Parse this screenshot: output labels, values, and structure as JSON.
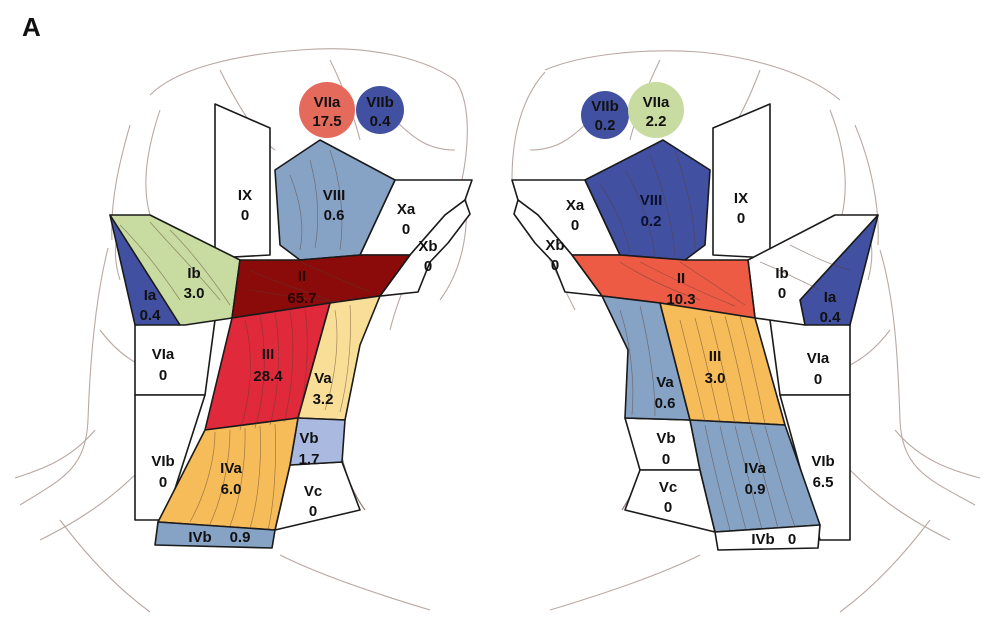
{
  "panel_label": "A",
  "colors": {
    "dark_red": "#8b0a0a",
    "red": "#e0293b",
    "orange_red": "#ee5b45",
    "salmon": "#e46a5c",
    "yellow": "#f9de98",
    "orange": "#f6bc5a",
    "light_green": "#c8dba0",
    "blue": "#4150a0",
    "steel_blue": "#86a3c6",
    "light_blue": "#aab9e0",
    "white": "#ffffff",
    "outline": "#1a1a1a"
  },
  "left": {
    "VIIa": {
      "label": "VIIa",
      "value": "17.5"
    },
    "VIIb": {
      "label": "VIIb",
      "value": "0.4"
    },
    "IX": {
      "label": "IX",
      "value": "0"
    },
    "VIII": {
      "label": "VIII",
      "value": "0.6"
    },
    "Xa": {
      "label": "Xa",
      "value": "0"
    },
    "Xb": {
      "label": "Xb",
      "value": "0"
    },
    "Ia": {
      "label": "Ia",
      "value": "0.4"
    },
    "Ib": {
      "label": "Ib",
      "value": "3.0"
    },
    "II": {
      "label": "II",
      "value": "65.7"
    },
    "III": {
      "label": "III",
      "value": "28.4"
    },
    "Va": {
      "label": "Va",
      "value": "3.2"
    },
    "VIa": {
      "label": "VIa",
      "value": "0"
    },
    "VIb": {
      "label": "VIb",
      "value": "0"
    },
    "IVa": {
      "label": "IVa",
      "value": "6.0"
    },
    "Vb": {
      "label": "Vb",
      "value": "1.7"
    },
    "Vc": {
      "label": "Vc",
      "value": "0"
    },
    "IVb": {
      "label": "IVb",
      "value": "0.9"
    }
  },
  "right": {
    "VIIb": {
      "label": "VIIb",
      "value": "0.2"
    },
    "VIIa": {
      "label": "VIIa",
      "value": "2.2"
    },
    "Xa": {
      "label": "Xa",
      "value": "0"
    },
    "VIII": {
      "label": "VIII",
      "value": "0.2"
    },
    "IX": {
      "label": "IX",
      "value": "0"
    },
    "Xb": {
      "label": "Xb",
      "value": "0"
    },
    "II": {
      "label": "II",
      "value": "10.3"
    },
    "Ib": {
      "label": "Ib",
      "value": "0"
    },
    "Ia": {
      "label": "Ia",
      "value": "0.4"
    },
    "III": {
      "label": "III",
      "value": "3.0"
    },
    "VIa": {
      "label": "VIa",
      "value": "0"
    },
    "Va": {
      "label": "Va",
      "value": "0.6"
    },
    "Vb": {
      "label": "Vb",
      "value": "0"
    },
    "IVa": {
      "label": "IVa",
      "value": "0.9"
    },
    "VIb": {
      "label": "VIb",
      "value": "6.5"
    },
    "Vc": {
      "label": "Vc",
      "value": "0"
    },
    "IVb": {
      "label": "IVb",
      "value": "0"
    }
  }
}
